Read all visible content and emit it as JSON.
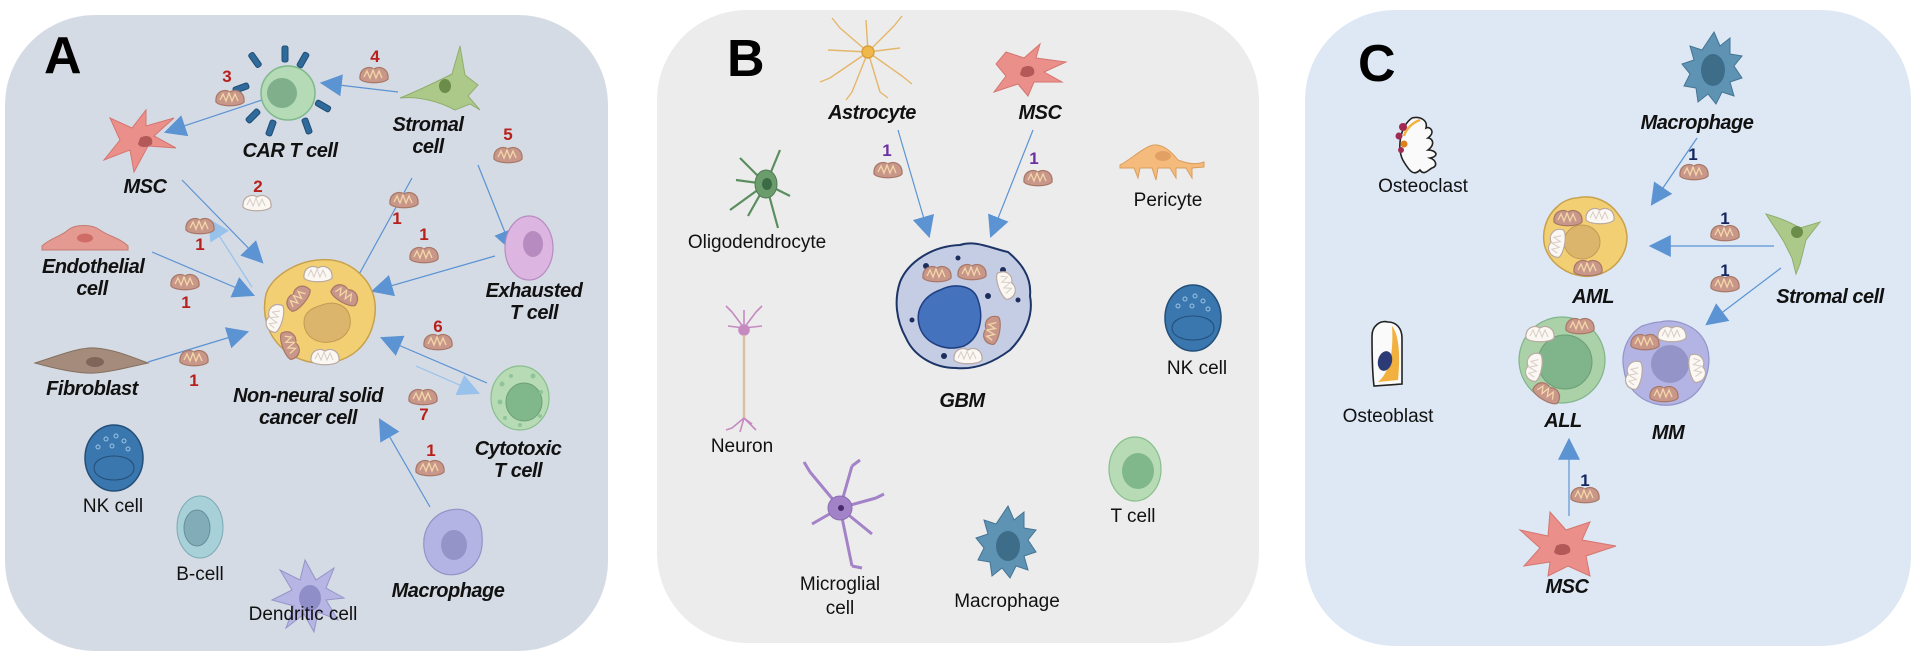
{
  "colors": {
    "panel_a_bg": "#d5dbe4",
    "panel_b_bg": "#ececec",
    "panel_c_bg": "#dde8f4",
    "arrow": "#5b93d3",
    "arrow_light": "#98c2ec",
    "num_a": "#b8201c",
    "num_b": "#6a2fa0",
    "num_c": "#15265e"
  },
  "panels": {
    "a": {
      "letter": "A",
      "center_cell": "Non-neural solid cancer cell",
      "labels": {
        "car_t": "CAR T cell",
        "stromal": "Stromal cell",
        "msc": "MSC",
        "endothelial": "Endothelial cell",
        "exhausted_t": "Exhausted T cell",
        "fibroblast": "Fibroblast",
        "cytotoxic_t": "Cytotoxic T cell",
        "nk": "NK cell",
        "b_cell": "B-cell",
        "dendritic": "Dendritic cell",
        "macrophage": "Macrophage"
      },
      "transfers": [
        {
          "from": "CAR T cell",
          "to": "MSC",
          "ref": "3"
        },
        {
          "from": "Stromal cell",
          "to": "CAR T cell",
          "ref": "4"
        },
        {
          "from": "Stromal cell",
          "to": "Exhausted T cell",
          "ref": "5"
        },
        {
          "from": "Non-neural solid cancer cell",
          "to": "MSC",
          "ref": "2"
        },
        {
          "from": "MSC",
          "to": "Non-neural solid cancer cell",
          "ref": "1"
        },
        {
          "from": "Stromal cell",
          "to": "Non-neural solid cancer cell",
          "ref": "1"
        },
        {
          "from": "Exhausted T cell",
          "to": "Non-neural solid cancer cell",
          "ref": "1"
        },
        {
          "from": "Endothelial cell",
          "to": "Non-neural solid cancer cell",
          "ref": "1"
        },
        {
          "from": "Fibroblast",
          "to": "Non-neural solid cancer cell",
          "ref": "1"
        },
        {
          "from": "Cytotoxic T cell",
          "to": "Non-neural solid cancer cell",
          "ref": "6"
        },
        {
          "from": "Non-neural solid cancer cell",
          "to": "Cytotoxic T cell",
          "ref": "7"
        },
        {
          "from": "Macrophage",
          "to": "Non-neural solid cancer cell",
          "ref": "1"
        }
      ]
    },
    "b": {
      "letter": "B",
      "center_cell": "GBM",
      "labels": {
        "astrocyte": "Astrocyte",
        "msc": "MSC",
        "oligodendrocyte": "Oligodendrocyte",
        "pericyte": "Pericyte",
        "neuron": "Neuron",
        "nk": "NK cell",
        "microglial_1": "Microglial",
        "microglial_2": "cell",
        "macrophage": "Macrophage",
        "t_cell": "T cell"
      },
      "transfers": [
        {
          "from": "Astrocyte",
          "to": "GBM",
          "ref": "1"
        },
        {
          "from": "MSC",
          "to": "GBM",
          "ref": "1"
        }
      ]
    },
    "c": {
      "letter": "C",
      "labels": {
        "osteoclast": "Osteoclast",
        "macrophage": "Macrophage",
        "aml": "AML",
        "stromal": "Stromal cell",
        "osteoblast": "Osteoblast",
        "all": "ALL",
        "mm": "MM",
        "msc": "MSC"
      },
      "transfers": [
        {
          "from": "Macrophage",
          "to": "AML",
          "ref": "1"
        },
        {
          "from": "Stromal cell",
          "to": "AML",
          "ref": "1"
        },
        {
          "from": "Stromal cell",
          "to": "MM",
          "ref": "1"
        },
        {
          "from": "MSC",
          "to": "ALL",
          "ref": "1"
        }
      ]
    }
  }
}
